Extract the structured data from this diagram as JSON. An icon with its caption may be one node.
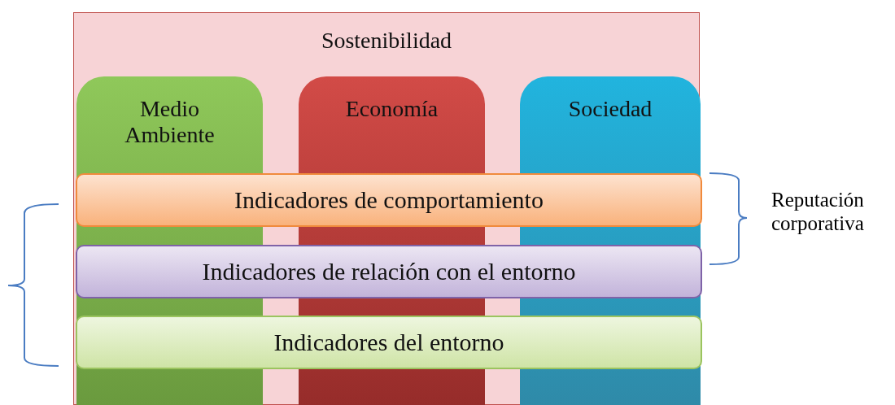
{
  "diagram": {
    "nodes": [
      {
        "text": [
          "Sostenibilidad"
        ]
      },
      {
        "text": [
          "Medio Ambiente"
        ],
        "in": 0
      },
      {
        "text": [
          "Economía"
        ],
        "in": 0
      },
      {
        "text": [
          "Sociedad"
        ],
        "in": 0
      },
      {
        "text": [
          "Indicadores de comportamiento"
        ],
        "in": 0
      },
      {
        "text": [
          "Indicadores de relación con el entorno"
        ],
        "in": 0
      },
      {
        "text": [
          "Indicadores del entorno"
        ],
        "in": 0
      }
    ],
    "edges": [],
    "labels": [
      "Reputación corporativa"
    ]
  }
}
